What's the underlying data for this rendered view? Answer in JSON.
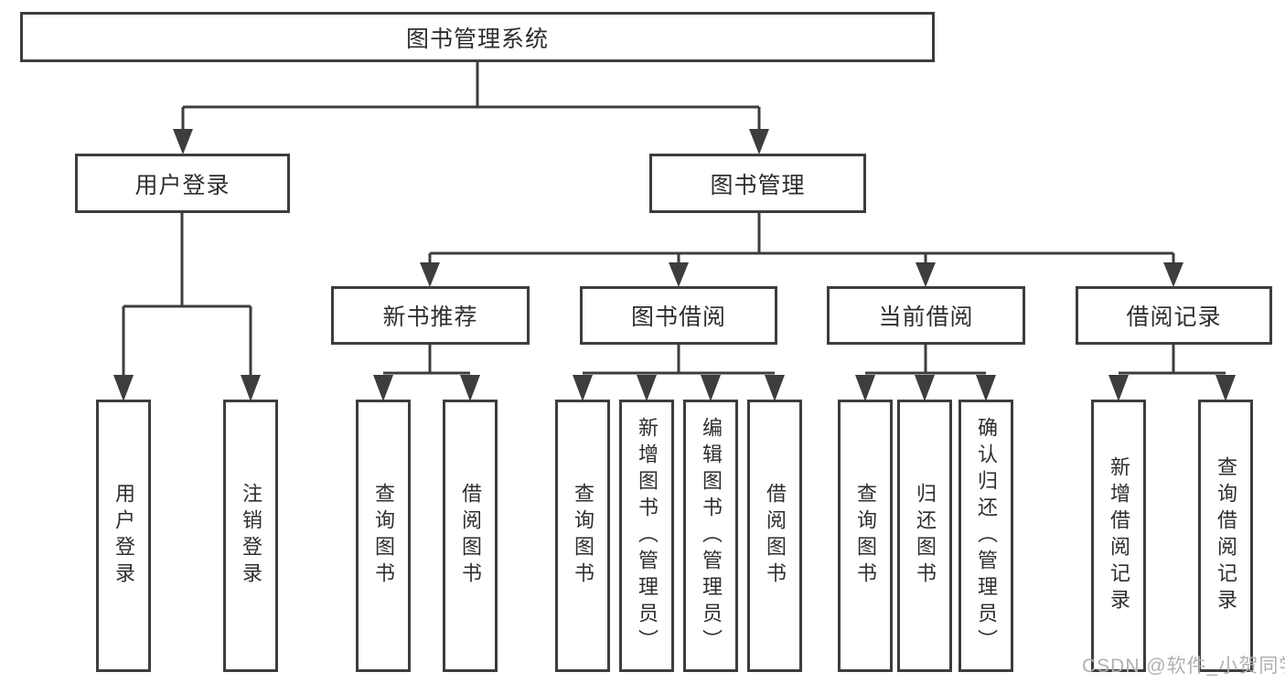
{
  "diagram": {
    "root": "图书管理系统",
    "level2": {
      "user_login": "用户登录",
      "book_management": "图书管理"
    },
    "level3": {
      "new_book_recommend": "新书推荐",
      "book_borrowing": "图书借阅",
      "current_borrowing": "当前借阅",
      "borrowing_records": "借阅记录"
    },
    "leaves": {
      "user_login": [
        "用户登录",
        "注销登录"
      ],
      "new_book_recommend": [
        "查询图书",
        "借阅图书"
      ],
      "book_borrowing": [
        "查询图书",
        "新增图书（管理员）",
        "编辑图书（管理员）",
        "借阅图书"
      ],
      "current_borrowing": [
        "查询图书",
        "归还图书",
        "确认归还（管理员）"
      ],
      "borrowing_records": [
        "新增借阅记录",
        "查询借阅记录"
      ]
    }
  },
  "watermark": "CSDN @软件_小贺同学",
  "colors": {
    "line": "#3d3d3d",
    "text": "#2e2e2e",
    "watermark": "#b0b0b0",
    "background": "#ffffff"
  }
}
